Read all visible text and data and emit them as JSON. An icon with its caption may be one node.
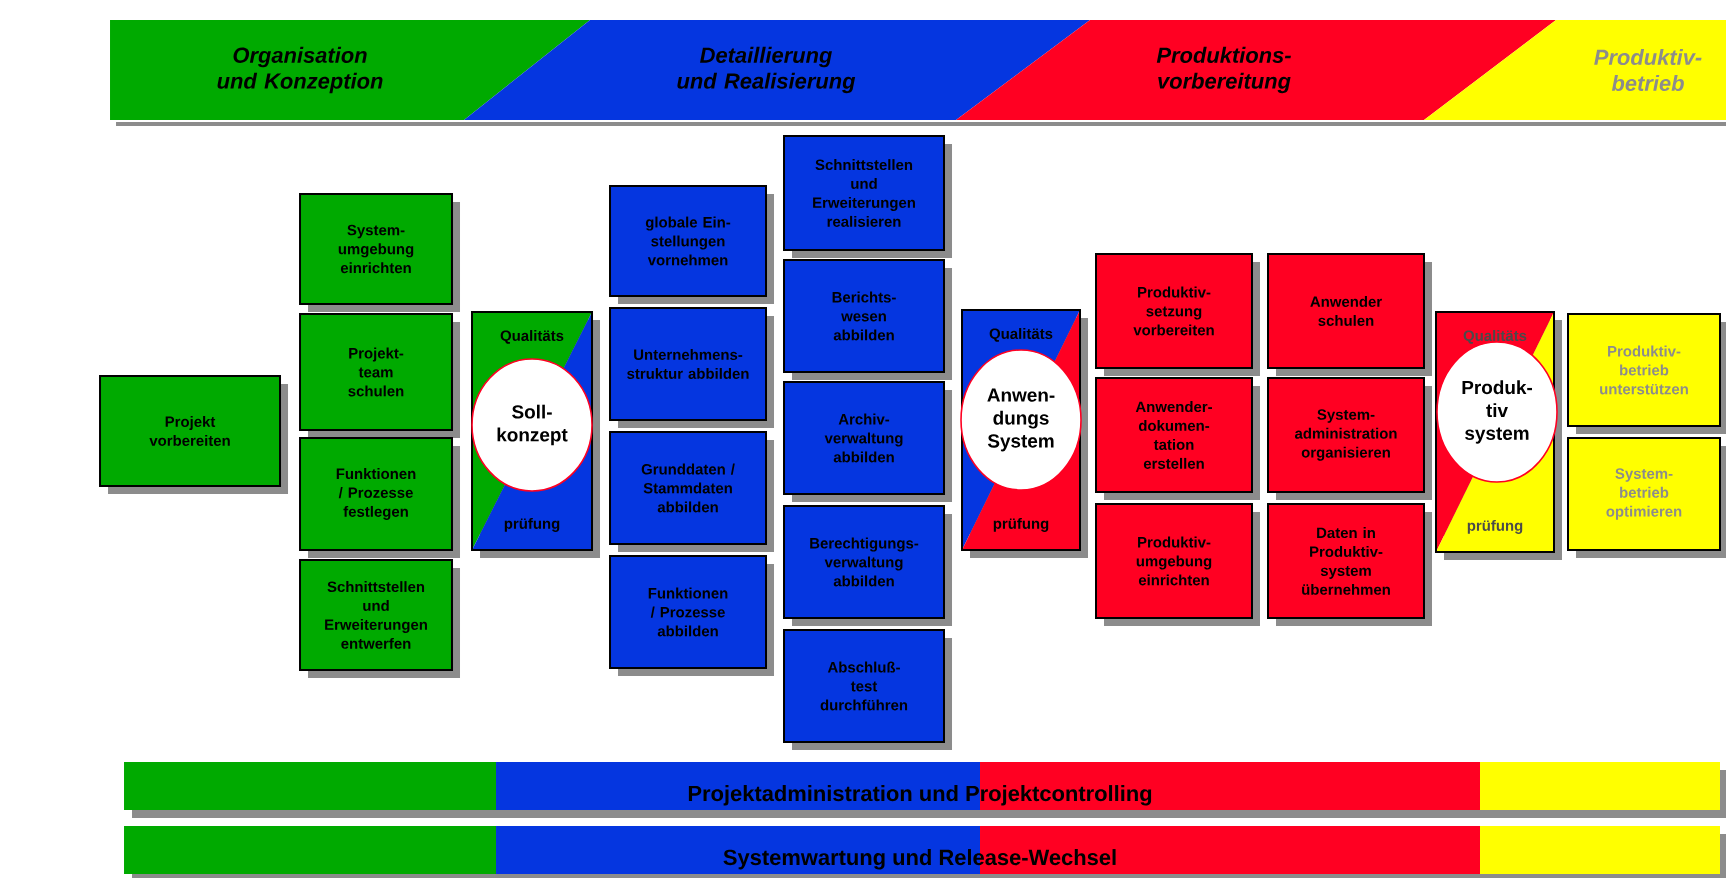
{
  "diagram": {
    "nodes": [
      {
        "text": [
          "Organisation und *Konzeption*"
        ]
      },
      {
        "text": [
          "Detaillierung und Realisierung"
        ]
      },
      {
        "text": [
          "Produktions- vorbereitung"
        ]
      },
      {
        "text": [
          "Produktiv- betrieb"
        ]
      },
      {
        "text": [
          "Projekt vorbereiten"
        ]
      },
      {
        "text": [
          "System- umgebung einrichten"
        ]
      },
      {
        "text": [
          "Projekt- team schulen"
        ]
      },
      {
        "text": [
          "Funktionen / Prozesse festlegen"
        ]
      },
      {
        "text": [
          "Schnittstellen und Erweiterungen entwerfen"
        ]
      },
      {
        "text": [
          "Qualitäts",
          "prüfung"
        ]
      },
      {
        "text": [
          "Soll- konzept"
        ],
        "in": 9
      },
      {
        "text": [
          "globale Ein- stellungen vornehmen"
        ]
      },
      {
        "text": [
          "Unternehmens- struktur abbilden"
        ]
      },
      {
        "text": [
          "Grunddaten / Stammdaten abbilden"
        ]
      },
      {
        "text": [
          "Funktionen / Prozesse abbilden"
        ]
      },
      {
        "text": [
          "Schnittstellen und Erweiterungen realisieren"
        ]
      },
      {
        "text": [
          "Berichts- wesen abbilden"
        ]
      },
      {
        "text": [
          "Archiv- verwaltung abbilden"
        ]
      },
      {
        "text": [
          "Berechtigungs- verwaltung abbilden"
        ]
      },
      {
        "text": [
          "Abschluß- test durchführen"
        ]
      },
      {
        "text": [
          "Qualitäts",
          "prüfung"
        ]
      },
      {
        "text": [
          "Anwen- dungs System"
        ],
        "in": 20
      },
      {
        "text": [
          "Produktiv- setzung vorbereiten"
        ]
      },
      {
        "text": [
          "Anwender- dokumen- tation erstellen"
        ]
      },
      {
        "text": [
          "Produktiv- umgebung einrichten"
        ]
      },
      {
        "text": [
          "Anwender schulen"
        ]
      },
      {
        "text": [
          "System- administration organisieren"
        ]
      },
      {
        "text": [
          "Daten in Produktiv- system übernehmen"
        ]
      },
      {
        "text": [
          "Qualitäts",
          "prüfung"
        ]
      },
      {
        "text": [
          "Produk- tiv system"
        ],
        "in": 28
      },
      {
        "text": [
          "Produktiv- betrieb unterstützen"
        ]
      },
      {
        "text": [
          "System- betrieb optimieren"
        ]
      },
      {
        "text": [
          "Projektadministration und Projektcontrolling"
        ]
      },
      {
        "text": [
          "Systemwartung und Release-Wechsel"
        ]
      }
    ]
  }
}
